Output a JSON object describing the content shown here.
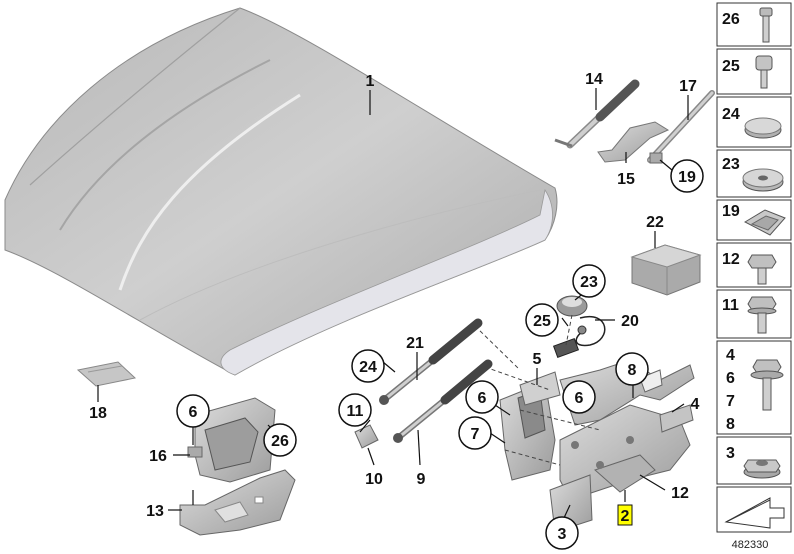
{
  "diagram": {
    "colors": {
      "part_fill": "#c9c9c9",
      "part_dark": "#9a9a9a",
      "part_light": "#e3e3e6",
      "line": "#111111",
      "highlight": "#ffff00"
    },
    "callouts": {
      "c1": "1",
      "c14": "14",
      "c15": "15",
      "c17": "17",
      "c19": "19",
      "c22": "22",
      "c23": "23",
      "c25": "25",
      "c20": "20",
      "c21": "21",
      "c24": "24",
      "c5": "5",
      "c8": "8",
      "c6a": "6",
      "c6b": "6",
      "c6c": "6",
      "c4": "4",
      "c7": "7",
      "c11": "11",
      "c10": "10",
      "c9": "9",
      "c12": "12",
      "c2": "2",
      "c3": "3",
      "c18": "18",
      "c16": "16",
      "c13": "13",
      "c26": "26"
    },
    "side_panel": [
      "26",
      "25",
      "24",
      "23",
      "19",
      "12",
      "11",
      "4",
      "6",
      "7",
      "8",
      "3"
    ],
    "diagram_number": "482330"
  }
}
